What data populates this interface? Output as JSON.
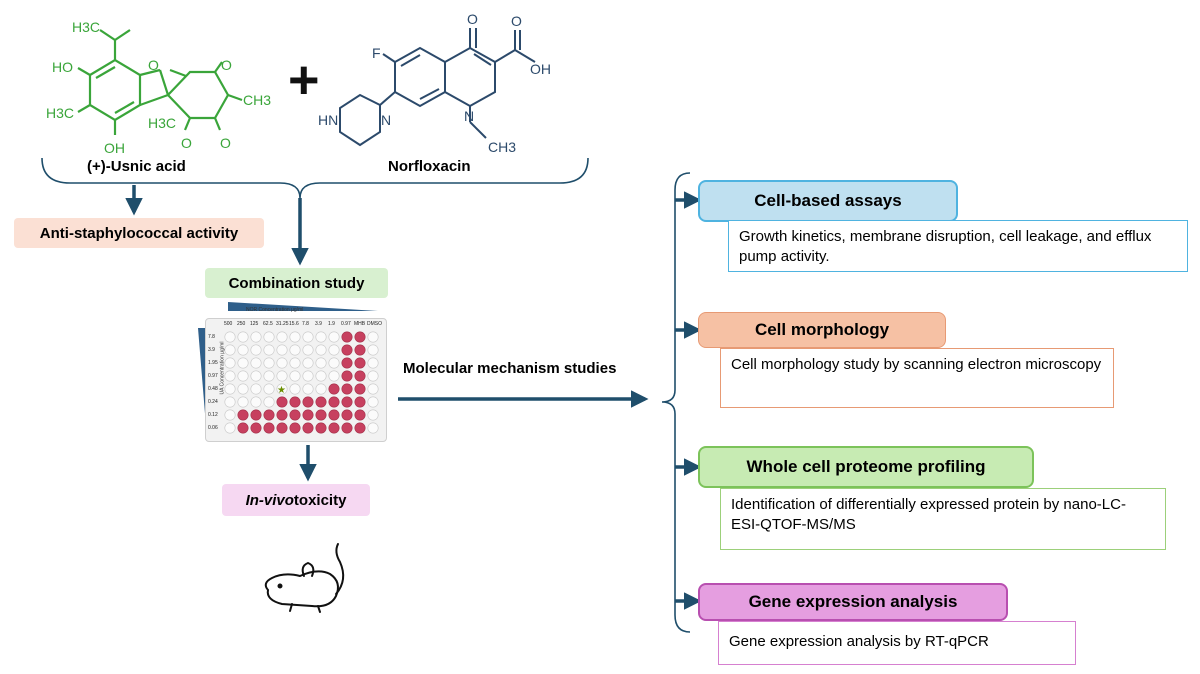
{
  "molecules": {
    "usnic_name": "(+)-Usnic acid",
    "norflox_name": "Norfloxacin",
    "usnic_atoms": {
      "h3c_top": "H3C",
      "ho": "HO",
      "h3c_left": "H3C",
      "oh": "OH",
      "h3c_center": "H3C",
      "o_ring": "O",
      "o_right1": "O",
      "o_right2": "O",
      "o_acetyl": "O",
      "ch3": "CH3"
    },
    "norflox_atoms": {
      "f": "F",
      "o_top": "O",
      "o_acid": "O",
      "oh": "OH",
      "hn": "HN",
      "n_pip": "N",
      "n_ring": "N",
      "ch3": "CH3"
    },
    "plus": "+"
  },
  "left_flow": {
    "anti_staph": "Anti-staphylococcal activity",
    "combination": "Combination study",
    "invivo_italic": "In-vivo",
    "invivo_rest": " toxicity"
  },
  "center": {
    "mechanism_label": "Molecular mechanism studies"
  },
  "categories": [
    {
      "title": "Cell-based assays",
      "desc": "Growth kinetics, membrane disruption, cell leakage, and efflux pump activity."
    },
    {
      "title": "Cell morphology",
      "desc": "Cell morphology study by scanning electron microscopy"
    },
    {
      "title": "Whole cell proteome profiling",
      "desc": "Identification of differentially expressed protein by nano-LC-ESI-QTOF-MS/MS"
    },
    {
      "title": "Gene expression analysis",
      "desc": "Gene expression analysis by RT-qPCR"
    }
  ],
  "plate": {
    "top_header": "NOR Concentration µg/ml",
    "side_header": "UA Concentration µg/ml",
    "columns": [
      "500",
      "250",
      "125",
      "62.5",
      "31.25",
      "15.6",
      "7.8",
      "3.9",
      "1.9",
      "0.97",
      "MHB",
      "DMSO"
    ],
    "rows": [
      "7.8",
      "3.9",
      "1.95",
      "0.97",
      "0.48",
      "0.24",
      "0.12",
      "0.06"
    ]
  },
  "colors": {
    "arrow": "#1f4e6b",
    "usnic_green": "#3aa53a",
    "norflox_blue": "#2c4a6b",
    "anti_staph_bg": "#fbe0d4",
    "combination_bg": "#d8f0d0",
    "invivo_bg": "#f6d8f2",
    "cat1_bg": "#bfe0f0",
    "cat1_border": "#4fb3e0",
    "cat2_bg": "#f6c1a4",
    "cat2_border": "#e79a74",
    "cat3_bg": "#c7ebb3",
    "cat3_border": "#7cc35a",
    "cat4_bg": "#e59ee0",
    "cat4_border": "#b84fb0"
  },
  "icons": [
    "mouse-icon"
  ]
}
